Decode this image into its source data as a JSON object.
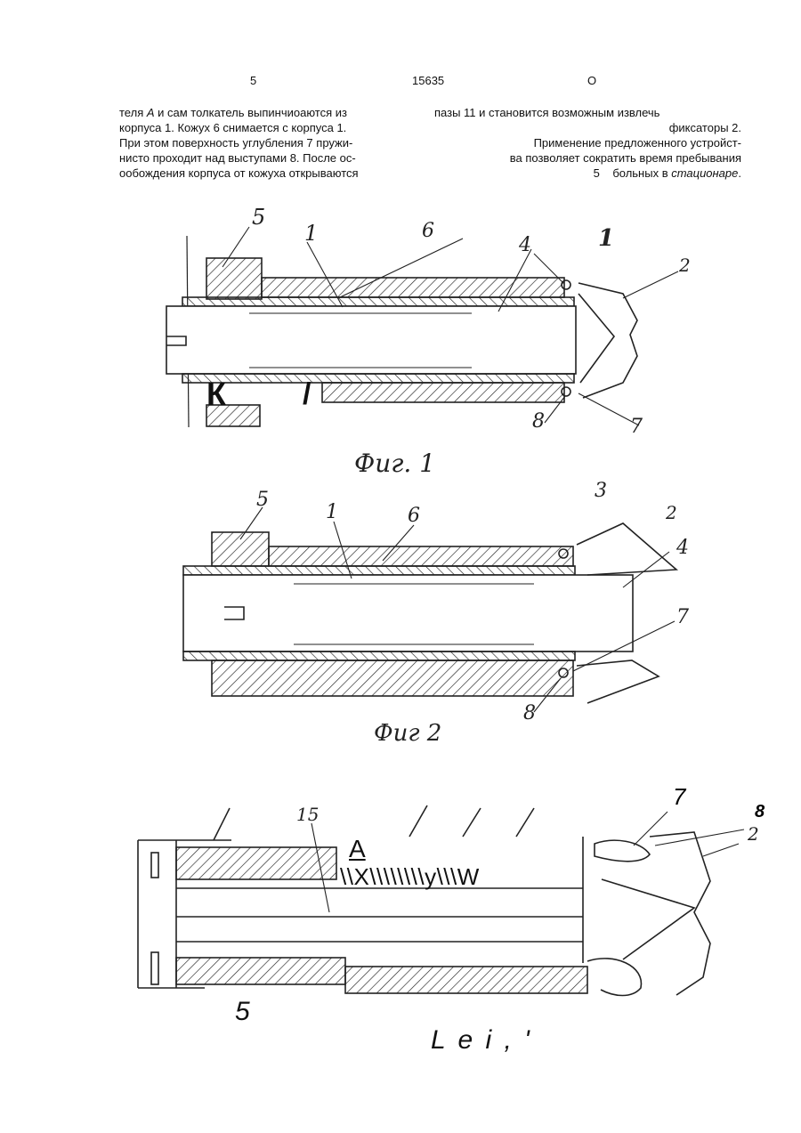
{
  "header": {
    "left_number": "5",
    "patent_number": "15635",
    "right_mark": "О"
  },
  "left_column": {
    "line1_a": "теля ",
    "line1_italic": "А",
    "line1_b": " и сам толкатель выпинчиоаются из",
    "line2": "корпуса 1. Кожух 6 снимается с корпуса 1.",
    "line3": "При этом поверхность углубления 7 пружи-",
    "line4": "нисто проходит над выступами 8. После ос-",
    "line5": "ообождения корпуса от кожуха открываются"
  },
  "right_column": {
    "line1": "пазы 11 и становится возможным извлечь",
    "line2": "фиксаторы 2.",
    "line3": "Применение предложенного устройст-",
    "line4": "ва позволяет сократить время пребывания",
    "line5_num": "5",
    "line5_a": "больных в ",
    "line5_italic": "стационаре",
    "line5_b": "."
  },
  "figure1": {
    "caption": "Фиг. 1",
    "labels": {
      "l5": "5",
      "l1a": "1",
      "l6": "6",
      "l4": "4",
      "l1b": "1",
      "l2": "2",
      "l8": "8",
      "l7": "7"
    },
    "ocr_k": "К",
    "ocr_slash": "/"
  },
  "figure2": {
    "caption": "Фиг 2",
    "labels": {
      "l5": "5",
      "l1": "1",
      "l6": "6",
      "l3": "3",
      "l2": "2",
      "l4": "4",
      "l7": "7",
      "l8": "8"
    }
  },
  "figure3": {
    "labels": {
      "l15": "15",
      "l7": "7",
      "l8": "8",
      "l2": "2"
    },
    "ocr_a": "A",
    "ocr_line": "\\\\X\\\\\\\\\\\\\\\\y\\\\\\W",
    "ocr_5": "5",
    "ocr_caption": "L e i , '"
  }
}
